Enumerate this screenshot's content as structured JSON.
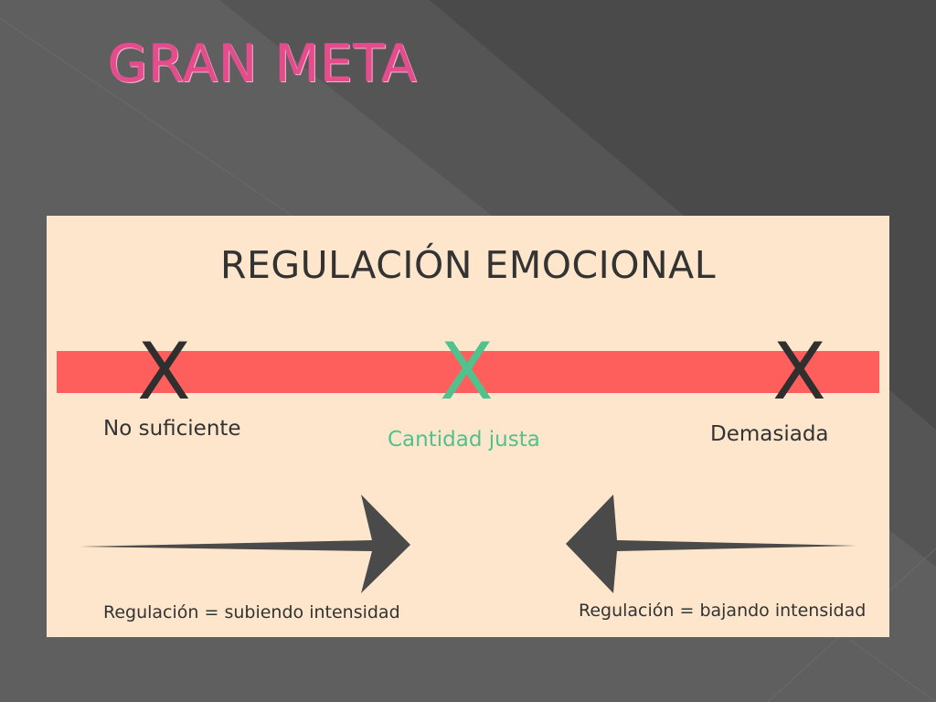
{
  "slide": {
    "title": "GRAN META"
  },
  "diagram": {
    "title": "REGULACIÓN EMOCIONAL",
    "marks": [
      {
        "symbol": "X",
        "label": "No suficiente",
        "color": "#2f2f2f"
      },
      {
        "symbol": "X",
        "label": "Cantidad justa",
        "color": "#4fc28e"
      },
      {
        "symbol": "X",
        "label": "Demasiada",
        "color": "#2f2f2f"
      }
    ],
    "arrows": {
      "right_caption": "Regulación = subiendo intensidad",
      "left_caption": "Regulación = bajando intensidad"
    },
    "bar_color": "#fe5f5c",
    "panel_color": "#fde6cb"
  },
  "colors": {
    "title": "#e54c8c",
    "background": "#4f4f4f"
  }
}
